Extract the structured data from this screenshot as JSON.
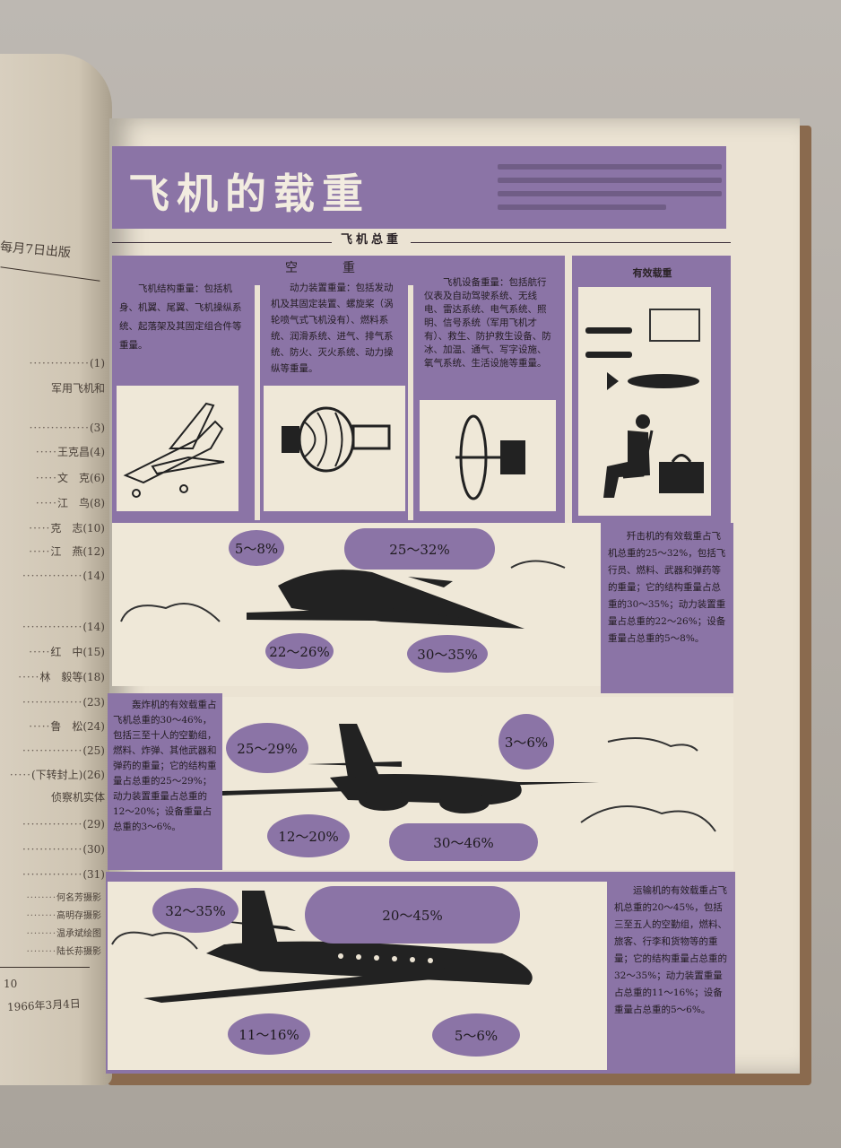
{
  "left_page": {
    "header": "每月7日出版",
    "toc": [
      {
        "title": "",
        "page": "(1)"
      },
      {
        "title": "军用飞机和",
        "page": ""
      },
      {
        "title": "",
        "page": "(3)"
      },
      {
        "title": "王克昌",
        "page": "(4)"
      },
      {
        "title": "文　克",
        "page": "(6)"
      },
      {
        "title": "江　鸟",
        "page": "(8)"
      },
      {
        "title": "克　志",
        "page": "(10)"
      },
      {
        "title": "江　燕",
        "page": "(12)"
      },
      {
        "title": "",
        "page": "(14)"
      },
      {
        "title": "",
        "page": "(14)"
      },
      {
        "title": "红　中",
        "page": "(15)"
      },
      {
        "title": "林　毅等",
        "page": "(18)"
      },
      {
        "title": "",
        "page": "(23)"
      },
      {
        "title": "鲁　松",
        "page": "(24)"
      },
      {
        "title": "",
        "page": "(25)"
      },
      {
        "title": "(下转封上)",
        "page": "(26)"
      },
      {
        "title": "侦察机实体",
        "page": ""
      },
      {
        "title": "",
        "page": "(29)"
      },
      {
        "title": "",
        "page": "(30)"
      },
      {
        "title": "",
        "page": "(31)"
      }
    ],
    "credits": [
      "何名芳摄影",
      "高明存摄影",
      "温承斌绘图",
      "陆长荪摄影"
    ],
    "footer_num": "10",
    "footer_date": "1966年3月4日"
  },
  "title": "飞机的载重",
  "total_weight_label": "飞机总重",
  "empty_weight_label": "空　重",
  "columns": [
    {
      "text": "飞机结构重量：包括机身、机翼、尾翼、飞机操纵系统、起落架及其固定组合件等重量。"
    },
    {
      "text": "动力装置重量：包括发动机及其固定装置、螺旋桨（涡轮喷气式飞机没有）、燃料系统、润滑系统、进气、排气系统、防火、灭火系统、动力操纵等重量。"
    },
    {
      "text": "飞机设备重量：包括航行仪表及自动驾驶系统、无线电、雷达系统、电气系统、照明、信号系统（军用飞机才有）、救生、防护救生设备、防冰、加温、通气、写字设施、氧气系统、生活设施等重量。"
    }
  ],
  "payload_label": "有效载重",
  "fighter": {
    "text": "歼击机的有效载重占飞机总重的25～32%，包括飞行员、燃料、武器和弹药等的重量；它的结构重量占总重的30～35%；动力装置重量占总重的22～26%；设备重量占总重的5～8%。",
    "equipment": "5～8%",
    "payload": "25～32%",
    "power": "22～26%",
    "structure": "30～35%"
  },
  "bomber": {
    "text": "轰炸机的有效载重占飞机总重的30～46%，包括三至十人的空勤组，燃料、炸弹、其他武器和弹药的重量；它的结构重量占总重的25～29%；动力装置重量占总重的12～20%；设备重量占总重的3～6%。",
    "structure": "25～29%",
    "equipment": "3～6%",
    "power": "12～20%",
    "payload": "30～46%"
  },
  "transport": {
    "text": "运输机的有效载重占飞机总重的20～45%，包括三至五人的空勤组，燃料、旅客、行李和货物等的重量；它的结构重量占总重的32～35%；动力装置重量占总重的11～16%；设备重量占总重的5～6%。",
    "structure": "32～35%",
    "payload": "20～45%",
    "power": "11～16%",
    "equipment": "5～6%"
  },
  "colors": {
    "purple": "#8b74a6",
    "paper": "#ebe3d3"
  }
}
